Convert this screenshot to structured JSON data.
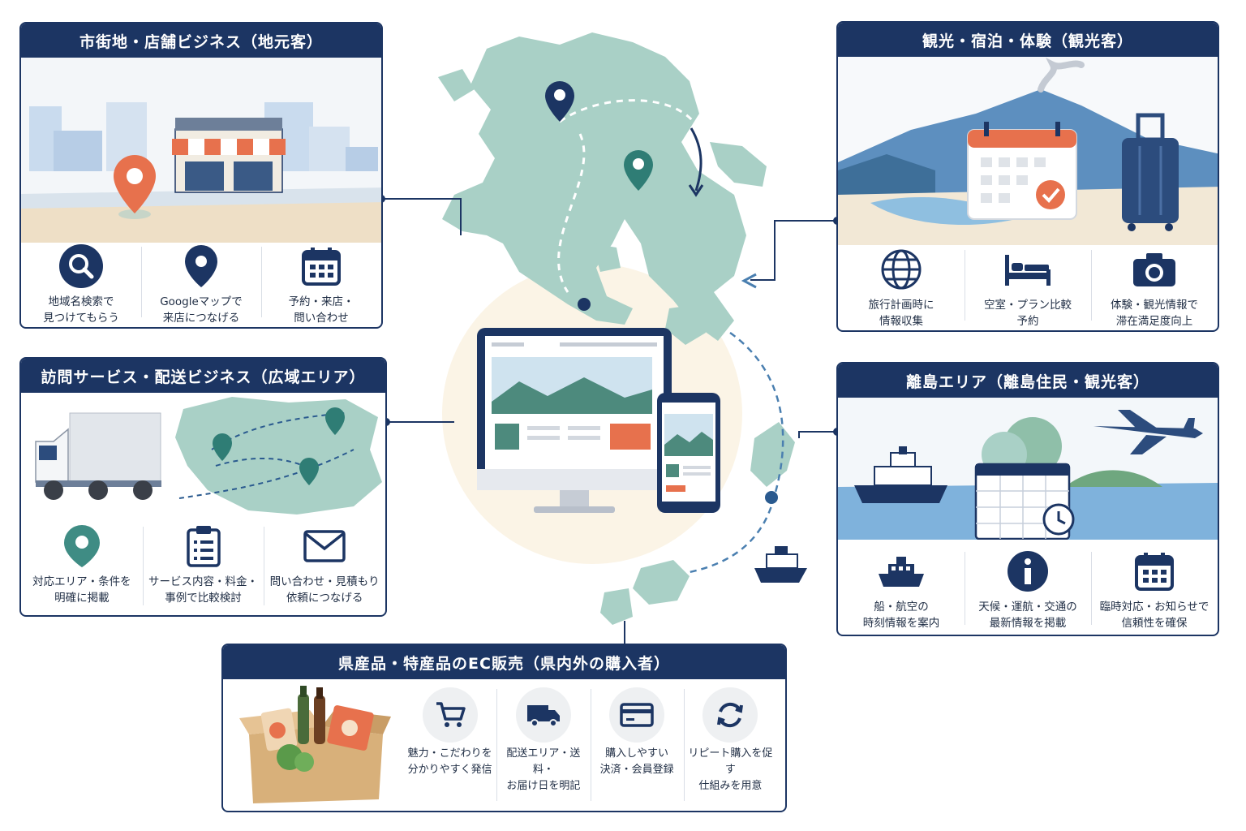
{
  "colors": {
    "navy": "#1c3563",
    "teal": "#3f8c84",
    "map": "#a6cfc4",
    "orange": "#e7714d",
    "water": "#8fbfe0"
  },
  "panels": {
    "local": {
      "title": "市街地・店舗ビジネス（地元客）",
      "items": [
        {
          "icon": "search-icon",
          "caption": "地域名検索で\n見つけてもらう"
        },
        {
          "icon": "location-pin-icon",
          "caption": "Googleマップで\n来店につなげる"
        },
        {
          "icon": "calendar-icon",
          "caption": "予約・来店・\n問い合わせ"
        }
      ]
    },
    "tourism": {
      "title": "観光・宿泊・体験（観光客）",
      "items": [
        {
          "icon": "globe-icon",
          "caption": "旅行計画時に\n情報収集"
        },
        {
          "icon": "bed-icon",
          "caption": "空室・プラン比較\n予約"
        },
        {
          "icon": "camera-icon",
          "caption": "体験・観光情報で\n滞在満足度向上"
        }
      ]
    },
    "visit": {
      "title": "訪問サービス・配送ビジネス（広域エリア）",
      "items": [
        {
          "icon": "location-pin-icon",
          "caption": "対応エリア・条件を\n明確に掲載"
        },
        {
          "icon": "clipboard-icon",
          "caption": "サービス内容・料金・\n事例で比較検討"
        },
        {
          "icon": "mail-icon",
          "caption": "問い合わせ・見積もり\n依頼につなげる"
        }
      ]
    },
    "island": {
      "title": "離島エリア（離島住民・観光客）",
      "items": [
        {
          "icon": "ship-icon",
          "caption": "船・航空の\n時刻情報を案内"
        },
        {
          "icon": "info-icon",
          "caption": "天候・運航・交通の\n最新情報を掲載"
        },
        {
          "icon": "calendar-icon",
          "caption": "臨時対応・お知らせで\n信頼性を確保"
        }
      ]
    },
    "ec": {
      "title": "県産品・特産品のEC販売（県内外の購入者）",
      "items": [
        {
          "icon": "cart-icon",
          "caption": "魅力・こだわりを\n分かりやすく発信"
        },
        {
          "icon": "truck-icon",
          "caption": "配送エリア・送料・\nお届け日を明記"
        },
        {
          "icon": "credit-card-icon",
          "caption": "購入しやすい\n決済・会員登録"
        },
        {
          "icon": "refresh-icon",
          "caption": "リピート購入を促す\n仕組みを用意"
        }
      ]
    }
  }
}
